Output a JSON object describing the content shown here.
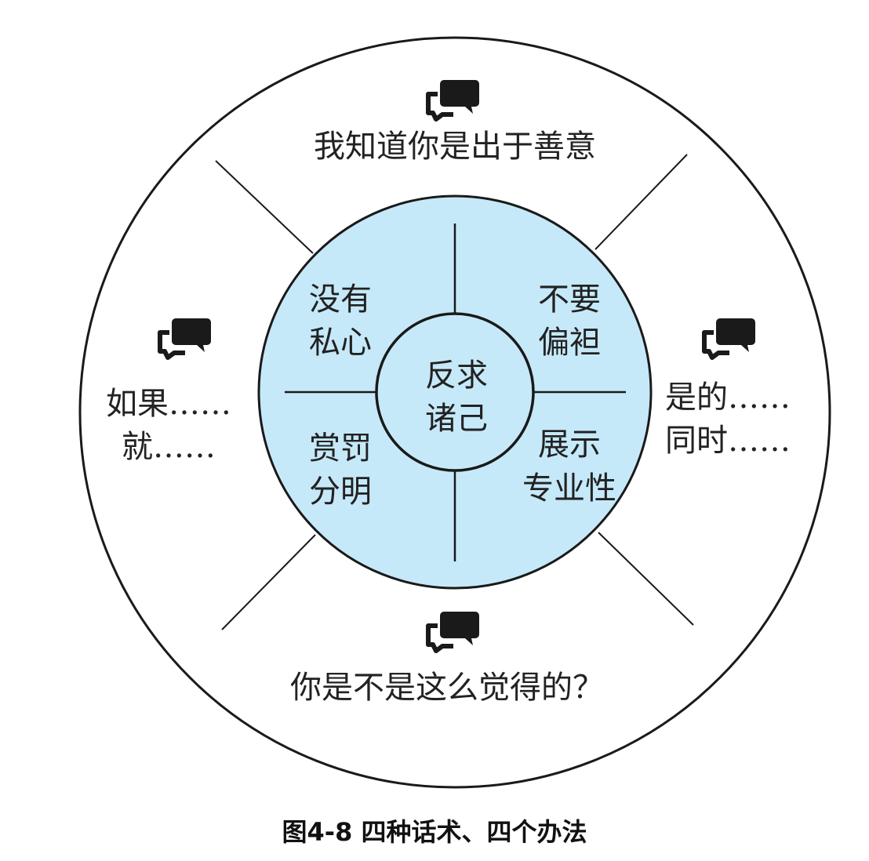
{
  "colors": {
    "inner_fill": "#c6e9f9",
    "stroke": "#1a1a1a"
  },
  "center": {
    "line1": "反求",
    "line2": "诸己"
  },
  "quadrants": {
    "top_left": {
      "line1": "没有",
      "line2": "私心"
    },
    "top_right": {
      "line1": "不要",
      "line2": "偏袒"
    },
    "bottom_left": {
      "line1": "赏罚",
      "line2": "分明"
    },
    "bottom_right": {
      "line1": "展示",
      "line2": "专业性"
    }
  },
  "phrases": {
    "top": "我知道你是出于善意",
    "left": {
      "line1": "如果……",
      "line2": "就……"
    },
    "right": {
      "line1": "是的……",
      "line2": "同时……"
    },
    "bottom": "你是不是这么觉得的？"
  },
  "icons": {
    "speech": "speech-bubbles-icon"
  },
  "caption": "图4-8 四种话术、四个办法"
}
